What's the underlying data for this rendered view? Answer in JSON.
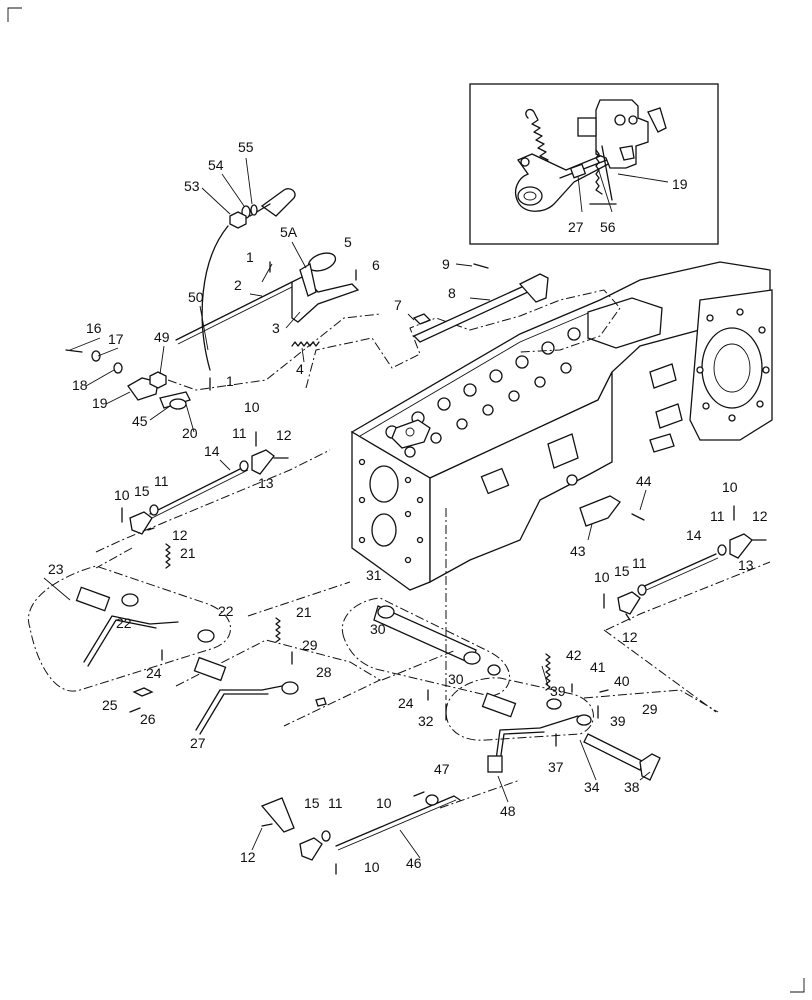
{
  "diagram": {
    "callouts": [
      {
        "id": "c55",
        "text": "55"
      },
      {
        "id": "c54",
        "text": "54"
      },
      {
        "id": "c53",
        "text": "53"
      },
      {
        "id": "c5a",
        "text": "5A"
      },
      {
        "id": "c5",
        "text": "5"
      },
      {
        "id": "c1a",
        "text": "1"
      },
      {
        "id": "c6",
        "text": "6"
      },
      {
        "id": "c2",
        "text": "2"
      },
      {
        "id": "c50",
        "text": "50"
      },
      {
        "id": "c3",
        "text": "3"
      },
      {
        "id": "c4",
        "text": "4"
      },
      {
        "id": "c9",
        "text": "9"
      },
      {
        "id": "c8",
        "text": "8"
      },
      {
        "id": "c7",
        "text": "7"
      },
      {
        "id": "c16",
        "text": "16"
      },
      {
        "id": "c17",
        "text": "17"
      },
      {
        "id": "c49",
        "text": "49"
      },
      {
        "id": "c18",
        "text": "18"
      },
      {
        "id": "c1b",
        "text": "1"
      },
      {
        "id": "c19a",
        "text": "19"
      },
      {
        "id": "c45",
        "text": "45"
      },
      {
        "id": "c20",
        "text": "20"
      },
      {
        "id": "c10a",
        "text": "10"
      },
      {
        "id": "c11a",
        "text": "11"
      },
      {
        "id": "c12a",
        "text": "12"
      },
      {
        "id": "c14a",
        "text": "14"
      },
      {
        "id": "c13a",
        "text": "13"
      },
      {
        "id": "c10b",
        "text": "10"
      },
      {
        "id": "c15a",
        "text": "15"
      },
      {
        "id": "c11b",
        "text": "11"
      },
      {
        "id": "c12b",
        "text": "12"
      },
      {
        "id": "c21a",
        "text": "21"
      },
      {
        "id": "c23",
        "text": "23"
      },
      {
        "id": "c22a",
        "text": "22"
      },
      {
        "id": "c22b",
        "text": "22"
      },
      {
        "id": "c24a",
        "text": "24"
      },
      {
        "id": "c25",
        "text": "25"
      },
      {
        "id": "c26",
        "text": "26"
      },
      {
        "id": "c27a",
        "text": "27"
      },
      {
        "id": "c21b",
        "text": "21"
      },
      {
        "id": "c29a",
        "text": "29"
      },
      {
        "id": "c28",
        "text": "28"
      },
      {
        "id": "c31",
        "text": "31"
      },
      {
        "id": "c30a",
        "text": "30"
      },
      {
        "id": "c30b",
        "text": "30"
      },
      {
        "id": "c24b",
        "text": "24"
      },
      {
        "id": "c32",
        "text": "32"
      },
      {
        "id": "c42",
        "text": "42"
      },
      {
        "id": "c41",
        "text": "41"
      },
      {
        "id": "c40",
        "text": "40"
      },
      {
        "id": "c39a",
        "text": "39"
      },
      {
        "id": "c29b",
        "text": "29"
      },
      {
        "id": "c39b",
        "text": "39"
      },
      {
        "id": "c37",
        "text": "37"
      },
      {
        "id": "c34",
        "text": "34"
      },
      {
        "id": "c38",
        "text": "38"
      },
      {
        "id": "c44",
        "text": "44"
      },
      {
        "id": "c43",
        "text": "43"
      },
      {
        "id": "c10c",
        "text": "10"
      },
      {
        "id": "c11c",
        "text": "11"
      },
      {
        "id": "c12c",
        "text": "12"
      },
      {
        "id": "c14b",
        "text": "14"
      },
      {
        "id": "c13b",
        "text": "13"
      },
      {
        "id": "c10d",
        "text": "10"
      },
      {
        "id": "c15b",
        "text": "15"
      },
      {
        "id": "c11d",
        "text": "11"
      },
      {
        "id": "c12d",
        "text": "12"
      },
      {
        "id": "c47",
        "text": "47"
      },
      {
        "id": "c10e",
        "text": "10"
      },
      {
        "id": "c48",
        "text": "48"
      },
      {
        "id": "c15c",
        "text": "15"
      },
      {
        "id": "c11e",
        "text": "11"
      },
      {
        "id": "c12e",
        "text": "12"
      },
      {
        "id": "c46",
        "text": "46"
      },
      {
        "id": "c10f",
        "text": "10"
      },
      {
        "id": "c19b",
        "text": "19"
      },
      {
        "id": "c27b",
        "text": "27"
      },
      {
        "id": "c56",
        "text": "56"
      }
    ]
  }
}
